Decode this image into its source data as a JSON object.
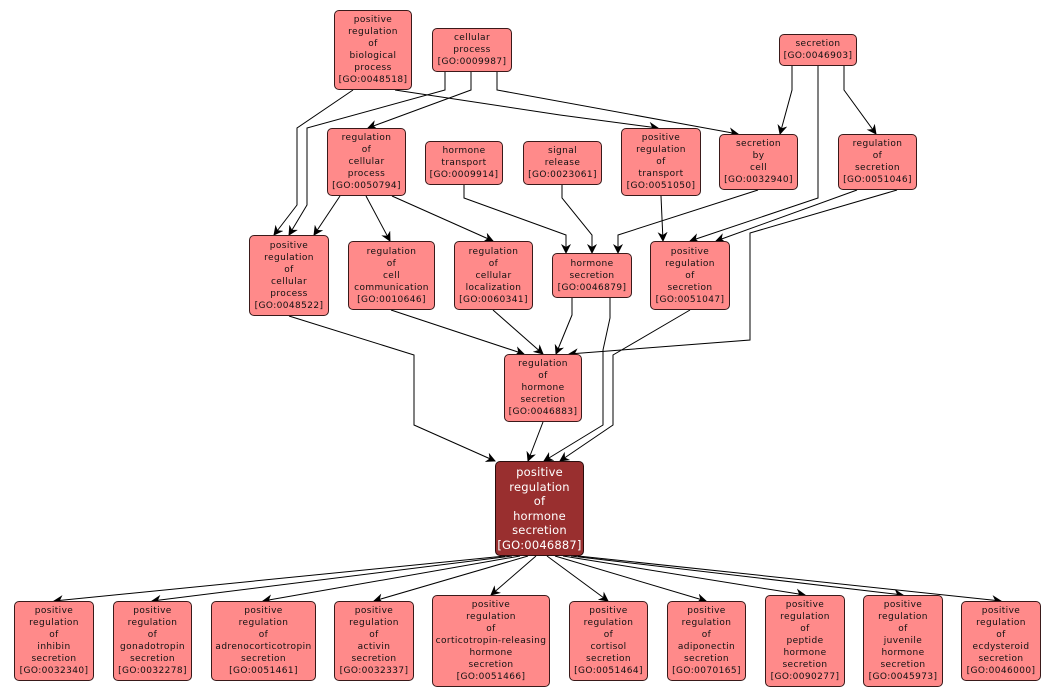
{
  "diagram": {
    "title": "GO ancestor/descendant graph",
    "colors": {
      "node_fill": "#ff8a8a",
      "focus_fill": "#992f2f",
      "focus_text": "#ffffff",
      "edge": "#000000"
    },
    "nodes": [
      {
        "id": "GO:0048518",
        "lines": [
          "positive",
          "regulation",
          "of",
          "biological",
          "process",
          "[GO:0048518]"
        ]
      },
      {
        "id": "GO:0009987",
        "lines": [
          "cellular",
          "process",
          "[GO:0009987]"
        ]
      },
      {
        "id": "GO:0046903",
        "lines": [
          "secretion",
          "[GO:0046903]"
        ]
      },
      {
        "id": "GO:0050794",
        "lines": [
          "regulation",
          "of",
          "cellular",
          "process",
          "[GO:0050794]"
        ]
      },
      {
        "id": "GO:0009914",
        "lines": [
          "hormone",
          "transport",
          "[GO:0009914]"
        ]
      },
      {
        "id": "GO:0023061",
        "lines": [
          "signal",
          "release",
          "[GO:0023061]"
        ]
      },
      {
        "id": "GO:0051050",
        "lines": [
          "positive",
          "regulation",
          "of",
          "transport",
          "[GO:0051050]"
        ]
      },
      {
        "id": "GO:0032940",
        "lines": [
          "secretion",
          "by",
          "cell",
          "[GO:0032940]"
        ]
      },
      {
        "id": "GO:0051046",
        "lines": [
          "regulation",
          "of",
          "secretion",
          "[GO:0051046]"
        ]
      },
      {
        "id": "GO:0048522",
        "lines": [
          "positive",
          "regulation",
          "of",
          "cellular",
          "process",
          "[GO:0048522]"
        ]
      },
      {
        "id": "GO:0010646",
        "lines": [
          "regulation",
          "of",
          "cell",
          "communication",
          "[GO:0010646]"
        ]
      },
      {
        "id": "GO:0060341",
        "lines": [
          "regulation",
          "of",
          "cellular",
          "localization",
          "[GO:0060341]"
        ]
      },
      {
        "id": "GO:0046879",
        "lines": [
          "hormone",
          "secretion",
          "[GO:0046879]"
        ]
      },
      {
        "id": "GO:0051047",
        "lines": [
          "positive",
          "regulation",
          "of",
          "secretion",
          "[GO:0051047]"
        ]
      },
      {
        "id": "GO:0046883",
        "lines": [
          "regulation",
          "of",
          "hormone",
          "secretion",
          "[GO:0046883]"
        ]
      },
      {
        "id": "GO:0046887",
        "focus": true,
        "lines": [
          "positive",
          "regulation",
          "of",
          "hormone",
          "secretion",
          "[GO:0046887]"
        ]
      },
      {
        "id": "GO:0032340",
        "lines": [
          "positive",
          "regulation",
          "of",
          "inhibin",
          "secretion",
          "[GO:0032340]"
        ]
      },
      {
        "id": "GO:0032278",
        "lines": [
          "positive",
          "regulation",
          "of",
          "gonadotropin",
          "secretion",
          "[GO:0032278]"
        ]
      },
      {
        "id": "GO:0051461",
        "lines": [
          "positive",
          "regulation",
          "of",
          "adrenocorticotropin",
          "secretion",
          "[GO:0051461]"
        ]
      },
      {
        "id": "GO:0032337",
        "lines": [
          "positive",
          "regulation",
          "of",
          "activin",
          "secretion",
          "[GO:0032337]"
        ]
      },
      {
        "id": "GO:0051466",
        "lines": [
          "positive",
          "regulation",
          "of",
          "corticotropin-releasing",
          "hormone",
          "secretion",
          "[GO:0051466]"
        ]
      },
      {
        "id": "GO:0051464",
        "lines": [
          "positive",
          "regulation",
          "of",
          "cortisol",
          "secretion",
          "[GO:0051464]"
        ]
      },
      {
        "id": "GO:0070165",
        "lines": [
          "positive",
          "regulation",
          "of",
          "adiponectin",
          "secretion",
          "[GO:0070165]"
        ]
      },
      {
        "id": "GO:0090277",
        "lines": [
          "positive",
          "regulation",
          "of",
          "peptide",
          "hormone",
          "secretion",
          "[GO:0090277]"
        ]
      },
      {
        "id": "GO:0045973",
        "lines": [
          "positive",
          "regulation",
          "of",
          "juvenile",
          "hormone",
          "secretion",
          "[GO:0045973]"
        ]
      },
      {
        "id": "GO:0046000",
        "lines": [
          "positive",
          "regulation",
          "of",
          "ecdysteroid",
          "secretion",
          "[GO:0046000]"
        ]
      }
    ],
    "edges": [
      {
        "from": "GO:0048518",
        "to": "GO:0048522"
      },
      {
        "from": "GO:0048518",
        "to": "GO:0051050"
      },
      {
        "from": "GO:0009987",
        "to": "GO:0048522"
      },
      {
        "from": "GO:0009987",
        "to": "GO:0050794"
      },
      {
        "from": "GO:0009987",
        "to": "GO:0032940"
      },
      {
        "from": "GO:0046903",
        "to": "GO:0032940"
      },
      {
        "from": "GO:0046903",
        "to": "GO:0051047"
      },
      {
        "from": "GO:0046903",
        "to": "GO:0051046"
      },
      {
        "from": "GO:0050794",
        "to": "GO:0048522"
      },
      {
        "from": "GO:0050794",
        "to": "GO:0010646"
      },
      {
        "from": "GO:0050794",
        "to": "GO:0060341"
      },
      {
        "from": "GO:0009914",
        "to": "GO:0046879"
      },
      {
        "from": "GO:0023061",
        "to": "GO:0046879"
      },
      {
        "from": "GO:0032940",
        "to": "GO:0046879"
      },
      {
        "from": "GO:0051050",
        "to": "GO:0051047"
      },
      {
        "from": "GO:0051046",
        "to": "GO:0051047"
      },
      {
        "from": "GO:0051046",
        "to": "GO:0046883"
      },
      {
        "from": "GO:0010646",
        "to": "GO:0046883"
      },
      {
        "from": "GO:0060341",
        "to": "GO:0046883"
      },
      {
        "from": "GO:0046879",
        "to": "GO:0046883"
      },
      {
        "from": "GO:0048522",
        "to": "GO:0046887"
      },
      {
        "from": "GO:0046883",
        "to": "GO:0046887"
      },
      {
        "from": "GO:0046879",
        "to": "GO:0046887"
      },
      {
        "from": "GO:0051047",
        "to": "GO:0046887"
      },
      {
        "from": "GO:0046887",
        "to": "GO:0032340"
      },
      {
        "from": "GO:0046887",
        "to": "GO:0032278"
      },
      {
        "from": "GO:0046887",
        "to": "GO:0051461"
      },
      {
        "from": "GO:0046887",
        "to": "GO:0032337"
      },
      {
        "from": "GO:0046887",
        "to": "GO:0051466"
      },
      {
        "from": "GO:0046887",
        "to": "GO:0051464"
      },
      {
        "from": "GO:0046887",
        "to": "GO:0070165"
      },
      {
        "from": "GO:0046887",
        "to": "GO:0090277"
      },
      {
        "from": "GO:0046887",
        "to": "GO:0045973"
      },
      {
        "from": "GO:0046887",
        "to": "GO:0046000"
      }
    ]
  }
}
